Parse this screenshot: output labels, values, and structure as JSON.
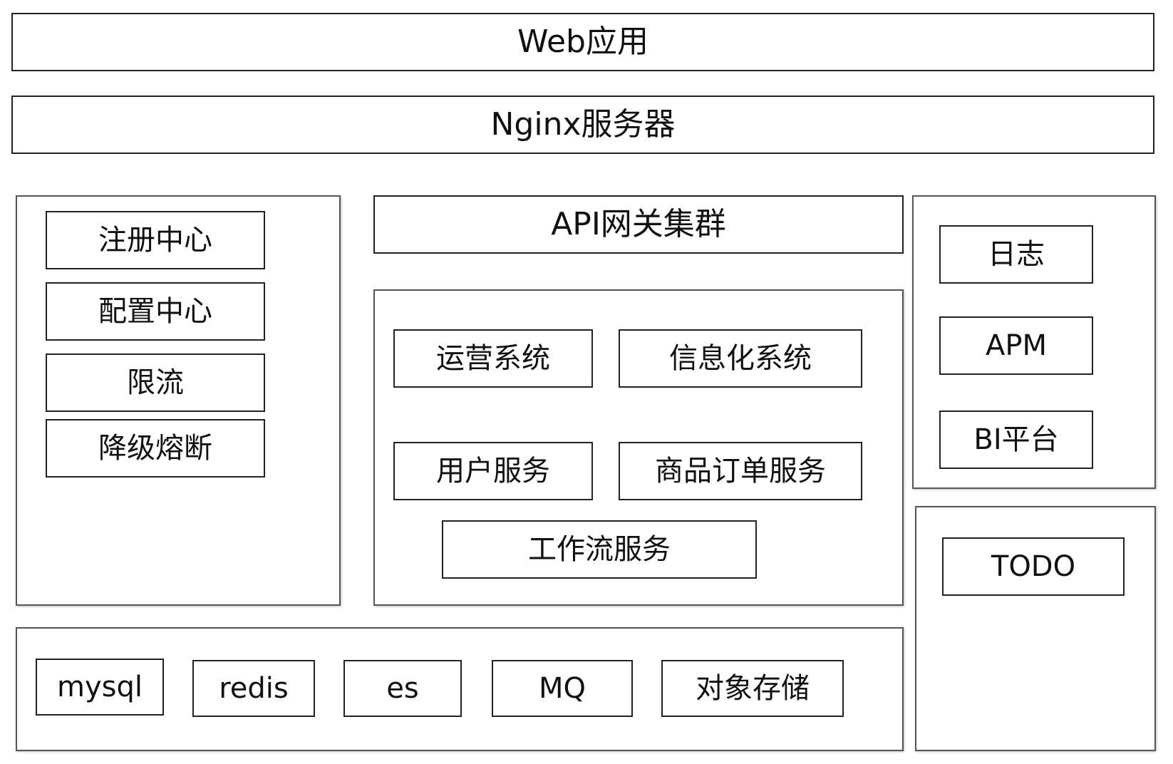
{
  "top": {
    "web_app": "Web应用",
    "nginx": "Nginx服务器"
  },
  "left_panel": {
    "items": [
      "注册中心",
      "配置中心",
      "限流",
      "降级熔断"
    ]
  },
  "center": {
    "gateway": "API网关集群",
    "services": [
      "运营系统",
      "信息化系统",
      "用户服务",
      "商品订单服务",
      "工作流服务"
    ]
  },
  "right_panel": {
    "items": [
      "日志",
      "APM",
      "BI平台"
    ]
  },
  "todo_panel": {
    "label": "TODO"
  },
  "storage": {
    "items": [
      "mysql",
      "redis",
      "es",
      "MQ",
      "对象存储"
    ]
  }
}
